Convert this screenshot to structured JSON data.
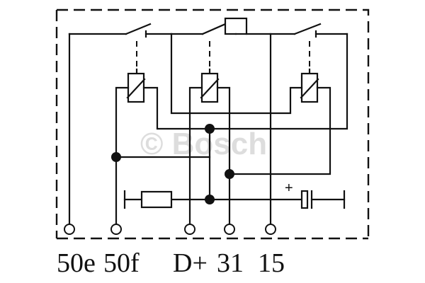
{
  "watermark": {
    "text": "© Bosch"
  },
  "diagram": {
    "capacitor_polarity": "+",
    "terminals": [
      {
        "id": "50e",
        "label": "50e"
      },
      {
        "id": "50f",
        "label": "50f"
      },
      {
        "id": "D+",
        "label": "D+"
      },
      {
        "id": "31",
        "label": "31"
      },
      {
        "id": "15",
        "label": "15"
      }
    ],
    "relays": 3,
    "components": [
      "relay-coil",
      "relay-switch",
      "resistor",
      "capacitor",
      "junction-dot"
    ]
  },
  "colors": {
    "line": "#111111",
    "watermark": "#d8d8d8",
    "background": "#ffffff"
  }
}
